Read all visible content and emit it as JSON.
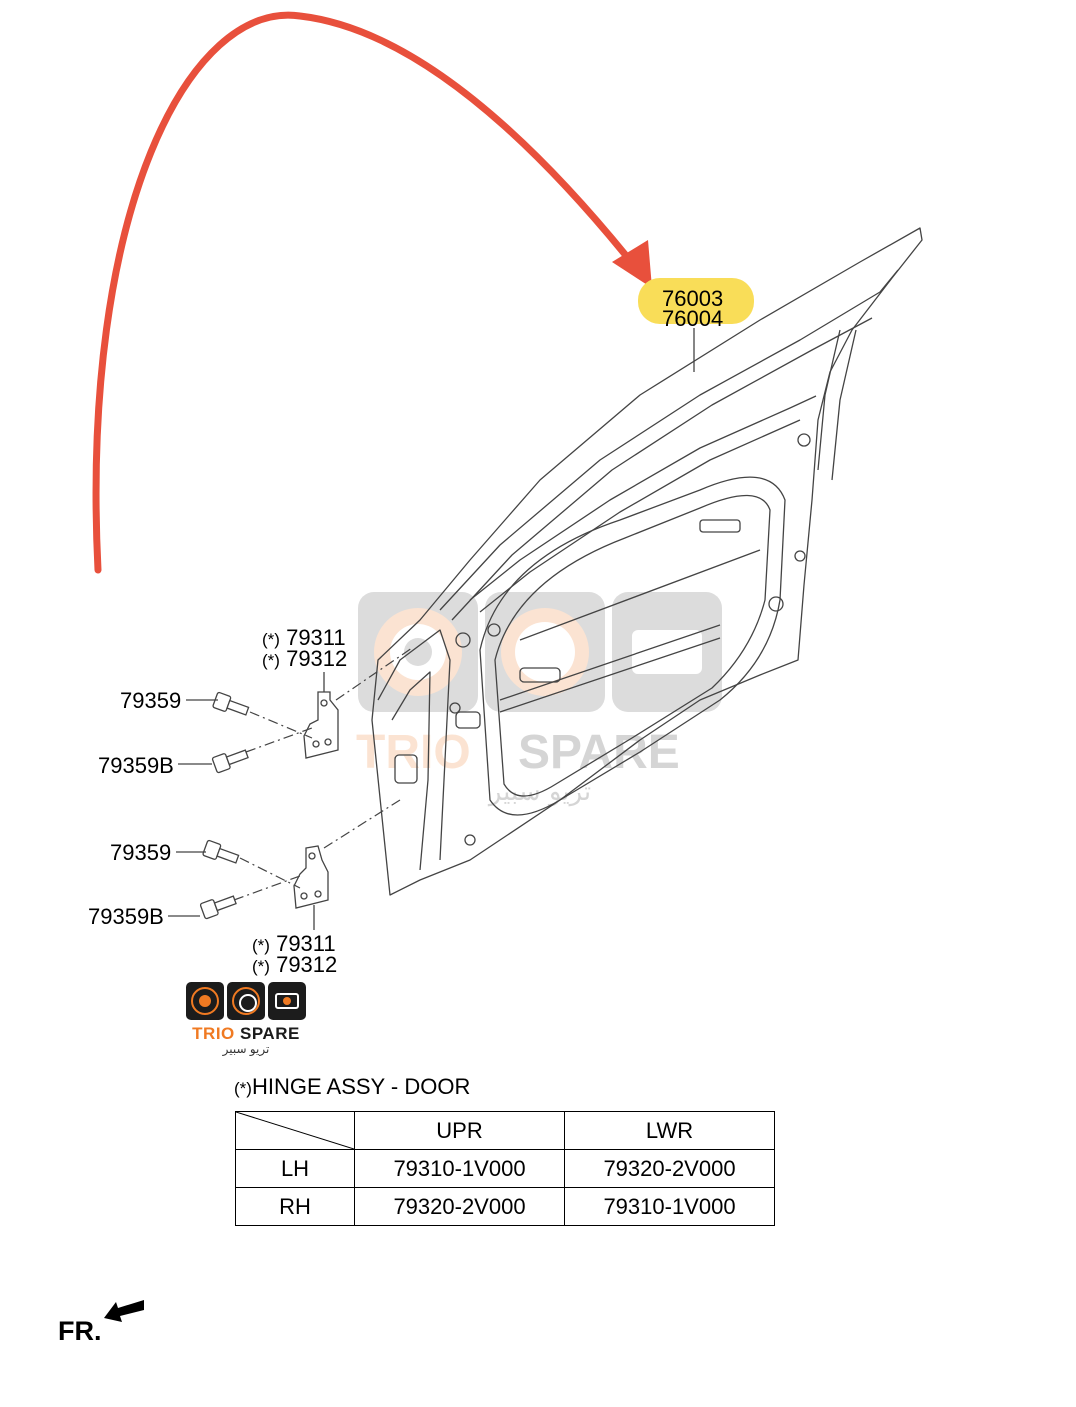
{
  "callouts": {
    "door_upper": "76003",
    "door_lower": "76004",
    "hinge_upper_a": "79311",
    "hinge_upper_b": "79312",
    "hinge_lower_a": "79311",
    "hinge_lower_b": "79312",
    "bolt_upper_1": "79359",
    "bolt_upper_2": "79359B",
    "bolt_lower_1": "79359",
    "bolt_lower_2": "79359B",
    "asterisk_mark": "(*)"
  },
  "logo": {
    "brand_part1": "TRIO",
    "brand_part2": " SPARE",
    "brand_arabic": "تريو سبير",
    "orange": "#f07a22",
    "dark": "#1c1c1c",
    "icons": [
      "speaker-icon",
      "gauge-icon",
      "engine-icon"
    ]
  },
  "watermark": {
    "text_part1": "TRIO",
    "text_part2": "SPARE",
    "arabic": "تريو سبير"
  },
  "hinge_table": {
    "title_mark": "(*)",
    "title": "HINGE ASSY - DOOR",
    "columns": [
      "UPR",
      "LWR"
    ],
    "rows": [
      {
        "side": "LH",
        "upr": "79310-1V000",
        "lwr": "79320-2V000"
      },
      {
        "side": "RH",
        "upr": "79320-2V000",
        "lwr": "79310-1V000"
      }
    ]
  },
  "direction": {
    "label": "FR."
  },
  "colors": {
    "arrow": "#e8503c",
    "highlight": "#f9dd58",
    "line": "#444444"
  }
}
